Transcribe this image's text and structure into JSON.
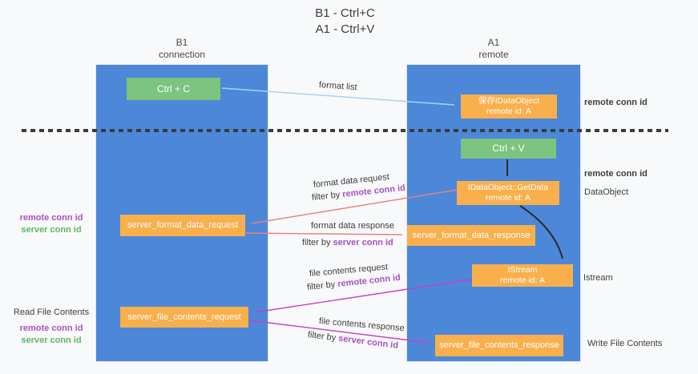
{
  "title": {
    "line1": "B1 - Ctrl+C",
    "line2": "A1 - Ctrl+V"
  },
  "lanes": {
    "left": {
      "name": "B1",
      "role": "connection"
    },
    "right": {
      "name": "A1",
      "role": "remote"
    }
  },
  "nodes": {
    "ctrl_c": {
      "label": "Ctrl + C"
    },
    "save_dataobject": {
      "line1": "保存IDataObject",
      "line2": "remote id: A"
    },
    "ctrl_v": {
      "label": "Ctrl + V"
    },
    "getdata": {
      "line1": "IDataObject::GetData",
      "line2": "remote id: A"
    },
    "format_request": {
      "label": "server_format_data_request"
    },
    "format_response": {
      "label": "server_format_data_response"
    },
    "istream": {
      "line1": "IStream",
      "line2": "remote id: A"
    },
    "file_request": {
      "label": "server_file_contents_request"
    },
    "file_response": {
      "label": "server_file_contents_response"
    }
  },
  "flow_labels": {
    "format_list": "format list",
    "format_data_request": "format data request",
    "format_data_response": "format data response",
    "file_contents_request": "file contents request",
    "file_contents_response": "file contents response",
    "filter_by": "filter by",
    "remote_conn_id": "remote conn id",
    "server_conn_id": "server conn id"
  },
  "side_labels": {
    "remote_conn_id": "remote conn id",
    "server_conn_id": "server conn id",
    "dataobject": "DataObject",
    "istream": "Istream",
    "read_file_contents": "Read File Contents",
    "write_file_contents": "Write File Contents"
  },
  "colors": {
    "bg": "#f8f9fa",
    "lane": "#4C87D8",
    "green-box": "#7CC47F",
    "orange-box": "#F9AF4B",
    "text-dark": "#3D3D3D",
    "purple": "#A94FC6",
    "green-text": "#5CB860",
    "arrow-blue": "#A9D3F2",
    "arrow-red": "#E8827A",
    "arrow-magenta": "#CA3EC4",
    "arrow-black": "#2B2B2B",
    "divider": "#3B3B3B"
  }
}
